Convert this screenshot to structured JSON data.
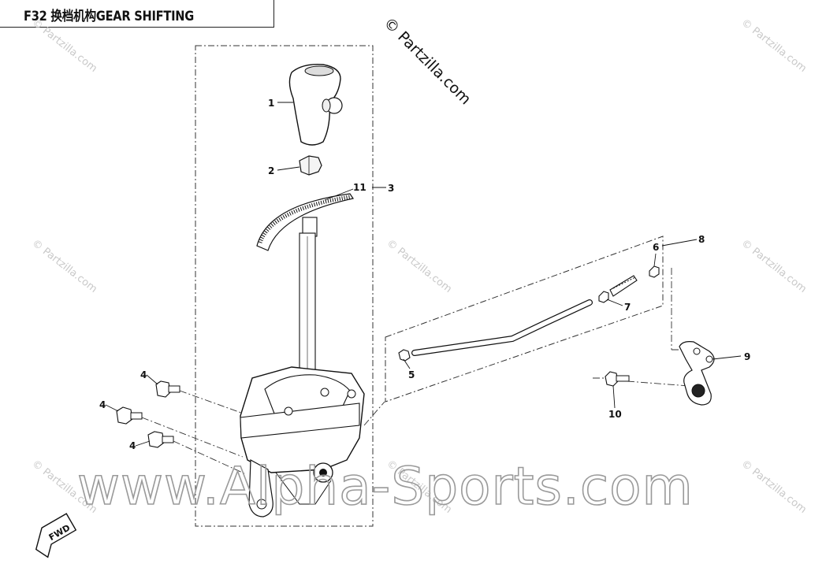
{
  "header": {
    "title": "F32 换档机构GEAR SHIFTING"
  },
  "watermarks": {
    "partzilla_main": "© Partzilla.com",
    "partzilla_repeat": "© Partzilla.com",
    "alpha_sports": "www.Alpha-Sports.com"
  },
  "direction_badge": {
    "label": "FWD"
  },
  "callouts": [
    {
      "id": "1",
      "label": "1"
    },
    {
      "id": "2",
      "label": "2"
    },
    {
      "id": "3",
      "label": "3"
    },
    {
      "id": "4a",
      "label": "4"
    },
    {
      "id": "4b",
      "label": "4"
    },
    {
      "id": "4c",
      "label": "4"
    },
    {
      "id": "5",
      "label": "5"
    },
    {
      "id": "6",
      "label": "6"
    },
    {
      "id": "7",
      "label": "7"
    },
    {
      "id": "8",
      "label": "8"
    },
    {
      "id": "9",
      "label": "9"
    },
    {
      "id": "10",
      "label": "10"
    },
    {
      "id": "11",
      "label": "11"
    }
  ]
}
